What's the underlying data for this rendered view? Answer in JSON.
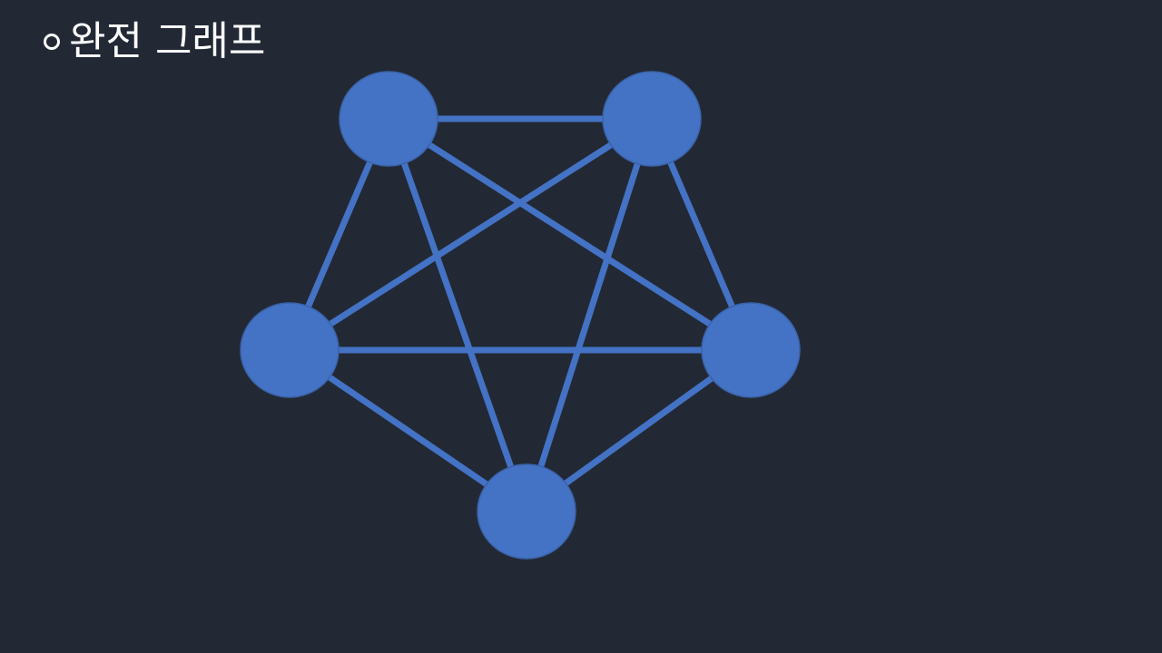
{
  "slide": {
    "bullet_icon": "hollow-circle-bullet-icon",
    "title": "완전 그래프"
  },
  "diagram": {
    "type": "complete-graph",
    "node_color": "#4472c4",
    "edge_color": "#4472c4",
    "node_count": 5
  }
}
